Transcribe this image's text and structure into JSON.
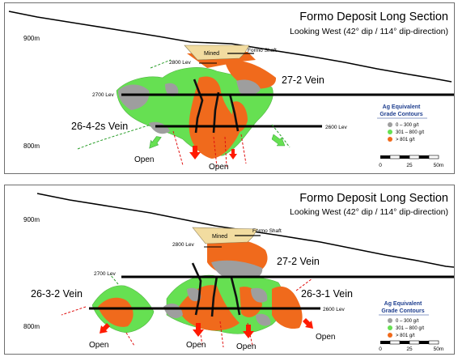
{
  "panels": [
    {
      "title": "Formo Deposit Long Section",
      "subtitle": "Looking West (42° dip / 114° dip-direction)",
      "elev_900": "900m",
      "elev_800": "800m",
      "shaft": "Formo Shaft",
      "mined": "Mined",
      "lev_2800": "2800 Lev",
      "lev_2700": "2700 Lev",
      "lev_2600": "2600 Lev",
      "veins": [
        "27-2 Vein",
        "26-4-2s Vein"
      ],
      "open_labels": [
        "Open",
        "Open"
      ],
      "legend": {
        "title_line1": "Ag Equivalent",
        "title_line2": "Grade Contours",
        "items": [
          {
            "label": "0 – 300 g/t",
            "color": "#9e9e9e"
          },
          {
            "label": "301 – 800 g/t",
            "color": "#66e052"
          },
          {
            "label": "> 801 g/t",
            "color": "#f06a1c"
          }
        ],
        "scale": [
          "0",
          "25",
          "50m"
        ]
      }
    },
    {
      "title": "Formo Deposit Long Section",
      "subtitle": "Looking West (42° dip / 114° dip-direction)",
      "elev_900": "900m",
      "elev_800": "800m",
      "shaft": "Formo Shaft",
      "mined": "Mined",
      "lev_2800": "2800 Lev",
      "lev_2700": "2700 Lev",
      "lev_2600": "2600 Lev",
      "veins": [
        "27-2 Vein",
        "26-3-2 Vein",
        "26-3-1 Vein"
      ],
      "open_labels": [
        "Open",
        "Open",
        "Open",
        "Open"
      ],
      "legend": {
        "title_line1": "Ag Equivalent",
        "title_line2": "Grade Contours",
        "items": [
          {
            "label": "0 – 300 g/t",
            "color": "#9e9e9e"
          },
          {
            "label": "301 – 800 g/t",
            "color": "#66e052"
          },
          {
            "label": "> 801 g/t",
            "color": "#f06a1c"
          }
        ],
        "scale": [
          "0",
          "25",
          "50m"
        ]
      }
    }
  ]
}
